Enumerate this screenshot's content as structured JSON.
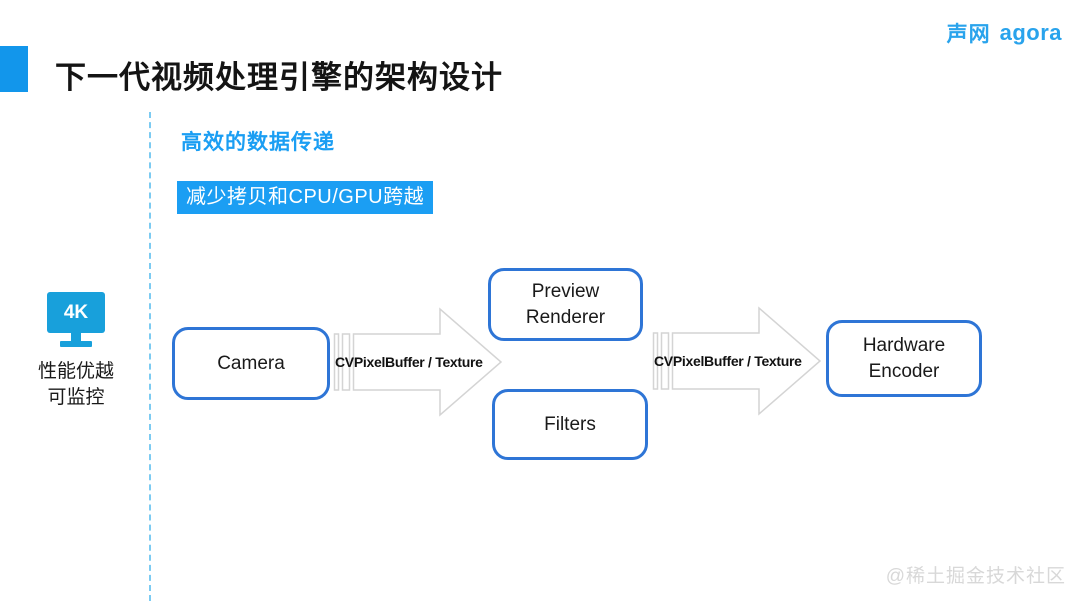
{
  "brand": {
    "logo_cn": "声网",
    "logo_en": "agora"
  },
  "header": {
    "title": "下一代视频处理引擎的架构设计"
  },
  "section": {
    "heading": "高效的数据传递",
    "tag": "减少拷贝和CPU/GPU跨越"
  },
  "side_feature": {
    "icon": "4k-monitor-icon",
    "icon_label": "4K",
    "caption_line1": "性能优越",
    "caption_line2": "可监控"
  },
  "diagram": {
    "nodes": [
      {
        "id": "camera",
        "label": "Camera"
      },
      {
        "id": "preview-renderer",
        "label": "Preview Renderer"
      },
      {
        "id": "filters",
        "label": "Filters"
      },
      {
        "id": "hardware-encoder",
        "label": "Hardware Encoder"
      }
    ],
    "arrows": [
      {
        "from": "camera",
        "to": "preview-renderer / filters",
        "label": "CVPixelBuffer / Texture"
      },
      {
        "from": "preview-renderer / filters",
        "to": "hardware-encoder",
        "label": "CVPixelBuffer / Texture"
      }
    ]
  },
  "watermark": "@稀土掘金技术社区",
  "colors": {
    "title_square": "#1296EB",
    "heading_blue": "#1B9EF3",
    "tag_background": "#1B9EF3",
    "node_border": "#2E75D6",
    "icon_blue": "#18A0DB",
    "logo_blue": "#29A3EC",
    "arrow_outline": "#D4D4D4",
    "dashed_divider": "#7CCBF2",
    "text_dark": "#1A1A1A",
    "watermark_gray": "#D8D8D8"
  }
}
